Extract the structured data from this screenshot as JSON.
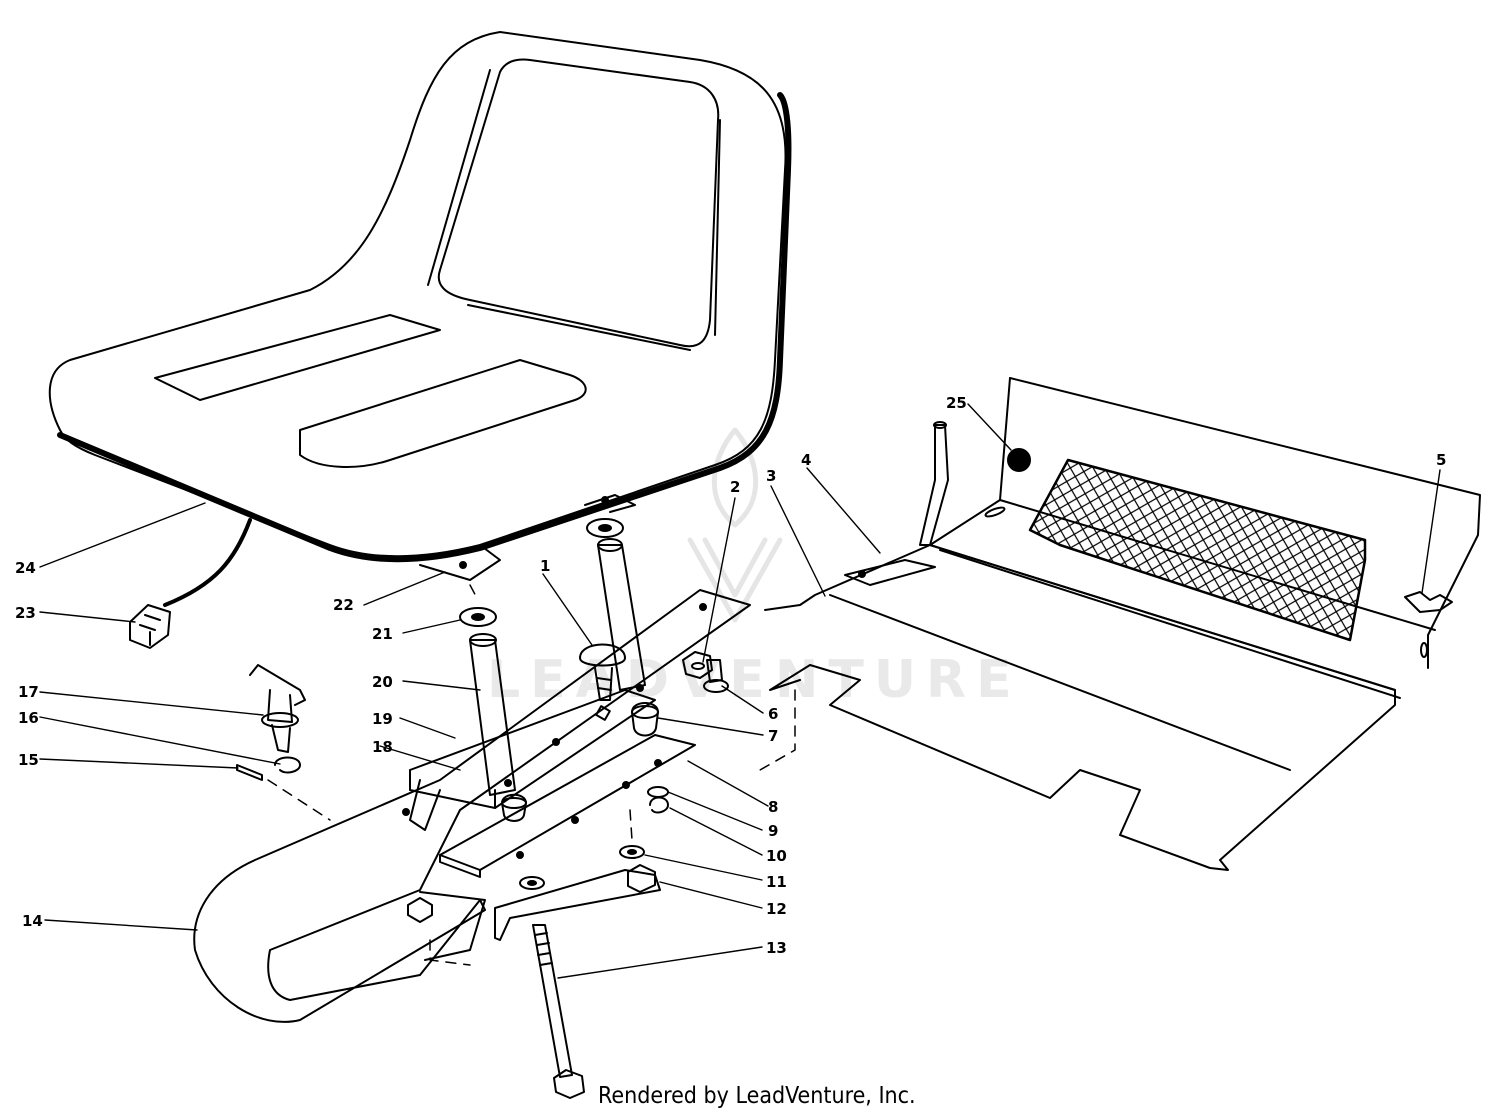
{
  "callouts": [
    {
      "id": "c1",
      "label": "1"
    },
    {
      "id": "c2",
      "label": "2"
    },
    {
      "id": "c3",
      "label": "3"
    },
    {
      "id": "c4",
      "label": "4"
    },
    {
      "id": "c5",
      "label": "5"
    },
    {
      "id": "c6",
      "label": "6"
    },
    {
      "id": "c7",
      "label": "7"
    },
    {
      "id": "c8",
      "label": "8"
    },
    {
      "id": "c9",
      "label": "9"
    },
    {
      "id": "c10",
      "label": "10"
    },
    {
      "id": "c11",
      "label": "11"
    },
    {
      "id": "c12",
      "label": "12"
    },
    {
      "id": "c13",
      "label": "13"
    },
    {
      "id": "c14",
      "label": "14"
    },
    {
      "id": "c15",
      "label": "15"
    },
    {
      "id": "c16",
      "label": "16"
    },
    {
      "id": "c17",
      "label": "17"
    },
    {
      "id": "c18",
      "label": "18"
    },
    {
      "id": "c19",
      "label": "19"
    },
    {
      "id": "c20",
      "label": "20"
    },
    {
      "id": "c21",
      "label": "21"
    },
    {
      "id": "c22",
      "label": "22"
    },
    {
      "id": "c23",
      "label": "23"
    },
    {
      "id": "c24",
      "label": "24"
    },
    {
      "id": "c25",
      "label": "25"
    }
  ],
  "watermark": "LEADVENTURE",
  "footer": "Rendered by LeadVenture, Inc.",
  "colors": {
    "line": "#000000",
    "background": "#ffffff",
    "watermark": "#cfcfcf"
  }
}
